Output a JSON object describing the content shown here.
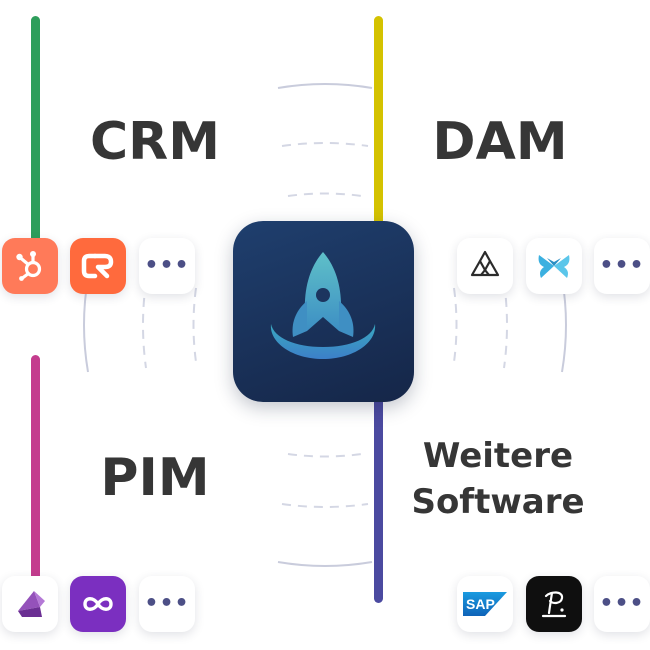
{
  "sections": {
    "crm": {
      "title": "CRM",
      "accent": "#2e9e5b"
    },
    "dam": {
      "title": "DAM",
      "accent": "#d4c200"
    },
    "pim": {
      "title": "PIM",
      "accent": "#c43c8e"
    },
    "more": {
      "title_line1": "Weitere",
      "title_line2": "Software",
      "accent": "#4b4aa0"
    }
  },
  "tiles": {
    "crm": [
      "hubspot-icon",
      "cr-app-icon",
      "more-icon"
    ],
    "dam": [
      "celum-icon",
      "butterfly-app-icon",
      "more-icon"
    ],
    "pim": [
      "akeneo-icon",
      "infinity-app-icon",
      "more-icon"
    ],
    "more": [
      "sap-icon",
      "p-signature-app-icon",
      "more-icon"
    ]
  },
  "more_label": "•••",
  "sap_label": "SAP",
  "hub": {
    "icon": "rocket-icon",
    "gradient": [
      "#1f3f6e",
      "#152648"
    ]
  }
}
